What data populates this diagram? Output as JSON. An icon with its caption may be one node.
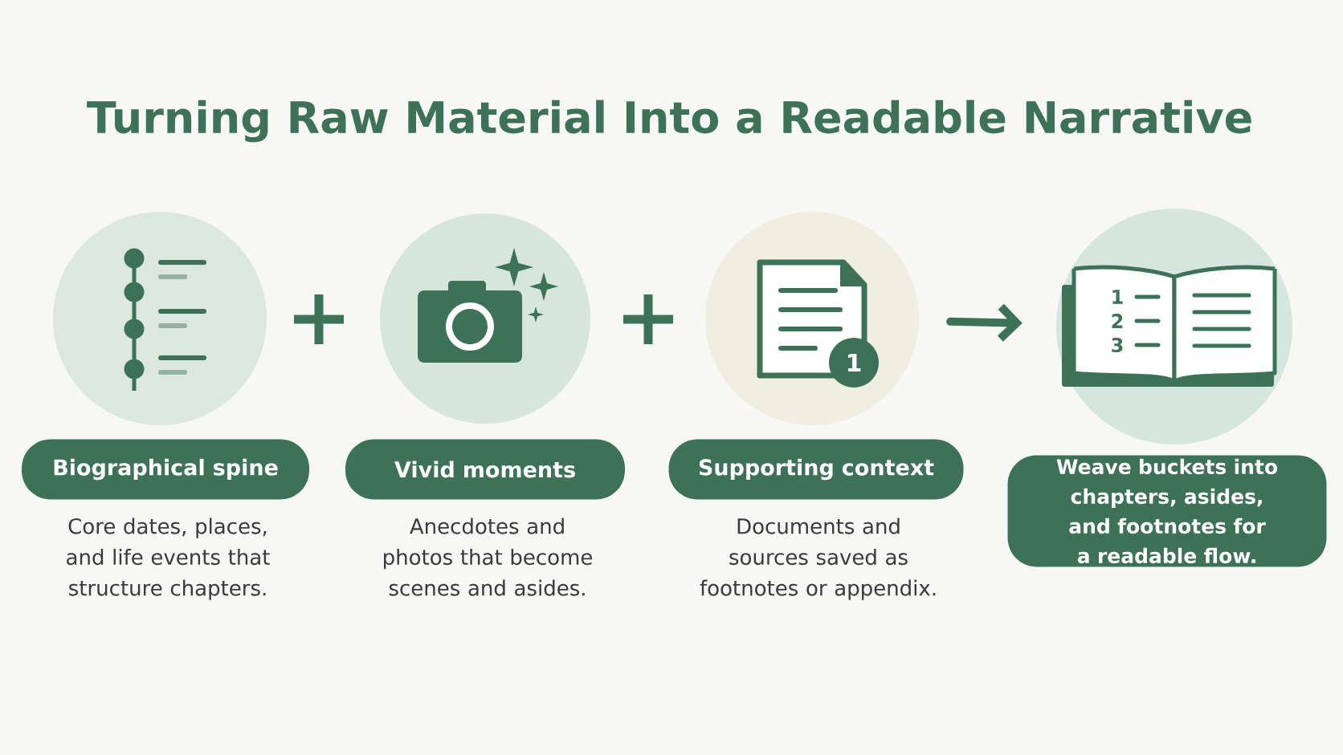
{
  "diagram": {
    "title": "Turning Raw Material Into a Readable Narrative",
    "nodes": [
      {
        "text": [],
        "shape": "circle"
      },
      {
        "text": [],
        "shape": "circle"
      },
      {
        "text": [],
        "shape": "circle"
      },
      {
        "text": [],
        "shape": "circle"
      },
      {
        "text": [
          "Biographical spine"
        ],
        "beside": [
          "Core dates, places, and life events that structure chapters."
        ]
      },
      {
        "text": [
          "Vivid moments"
        ],
        "beside": [
          "Anecdotes and photos that become scenes and asides."
        ]
      },
      {
        "text": [
          "Supporting context"
        ],
        "beside": [
          "Documents and sources saved as footnotes or appendix."
        ]
      },
      {
        "text": [
          "Weave buckets into chapters, asides, and footnotes for a readable flow."
        ]
      }
    ],
    "edges": [
      {
        "from": 2,
        "to": 3,
        "arrow": "to"
      }
    ],
    "labels": [
      "1",
      "1",
      "2",
      "3"
    ]
  }
}
